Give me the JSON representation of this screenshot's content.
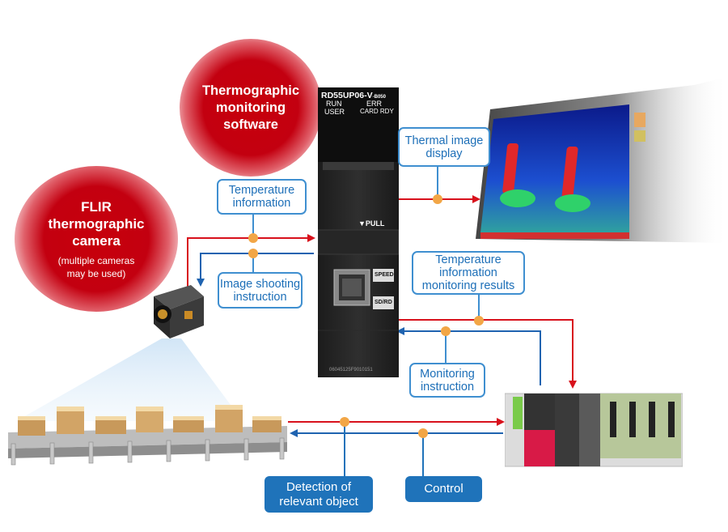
{
  "bubbles": {
    "software": [
      "Thermographic",
      "monitoring",
      "software"
    ],
    "camera_title": [
      "FLIR",
      "thermographic",
      "camera"
    ],
    "camera_note": [
      "(multiple cameras",
      "may be used)"
    ]
  },
  "module": {
    "model": "RD55UP06-V",
    "model_suffix": "-B050",
    "led_left": [
      "RUN",
      "USER"
    ],
    "led_right": [
      "ERR",
      "CARD RDY"
    ],
    "pull": "▼PULL",
    "speed": "SPEED",
    "sdrd": "SD/RD",
    "serial": "06045125F9010151"
  },
  "callouts": {
    "thermal_image": [
      "Thermal image",
      "display"
    ],
    "temperature_info": [
      "Temperature",
      "information"
    ],
    "image_shooting": [
      "Image shooting",
      "instruction"
    ],
    "temp_monitoring": [
      "Temperature",
      "information",
      "monitoring results"
    ],
    "monitoring_instruction": [
      "Monitoring",
      "instruction"
    ],
    "detection": [
      "Detection of",
      "relevant object"
    ],
    "control": "Control"
  },
  "colors": {
    "red_arrow": "#d8111c",
    "blue_arrow": "#1f63b0",
    "dot": "#f2a646",
    "callout_border": "#3f8fd0",
    "bubble_red": "#c7000b"
  }
}
